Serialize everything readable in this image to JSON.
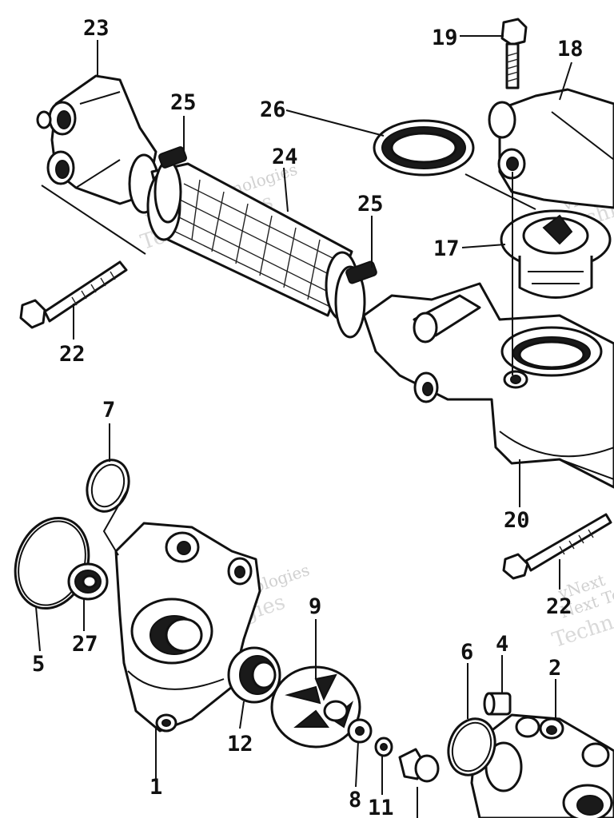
{
  "callouts": {
    "c23": "23",
    "c25a": "25",
    "c26": "26",
    "c24": "24",
    "c19": "19",
    "c18": "18",
    "c25b": "25",
    "c17": "17",
    "c22a": "22",
    "c7": "7",
    "c20": "20",
    "c22b": "22",
    "c9": "9",
    "c5": "5",
    "c27": "27",
    "c4": "4",
    "c6": "6",
    "c2": "2",
    "c12": "12",
    "c1": "1",
    "c8": "8",
    "c11": "11"
  }
}
